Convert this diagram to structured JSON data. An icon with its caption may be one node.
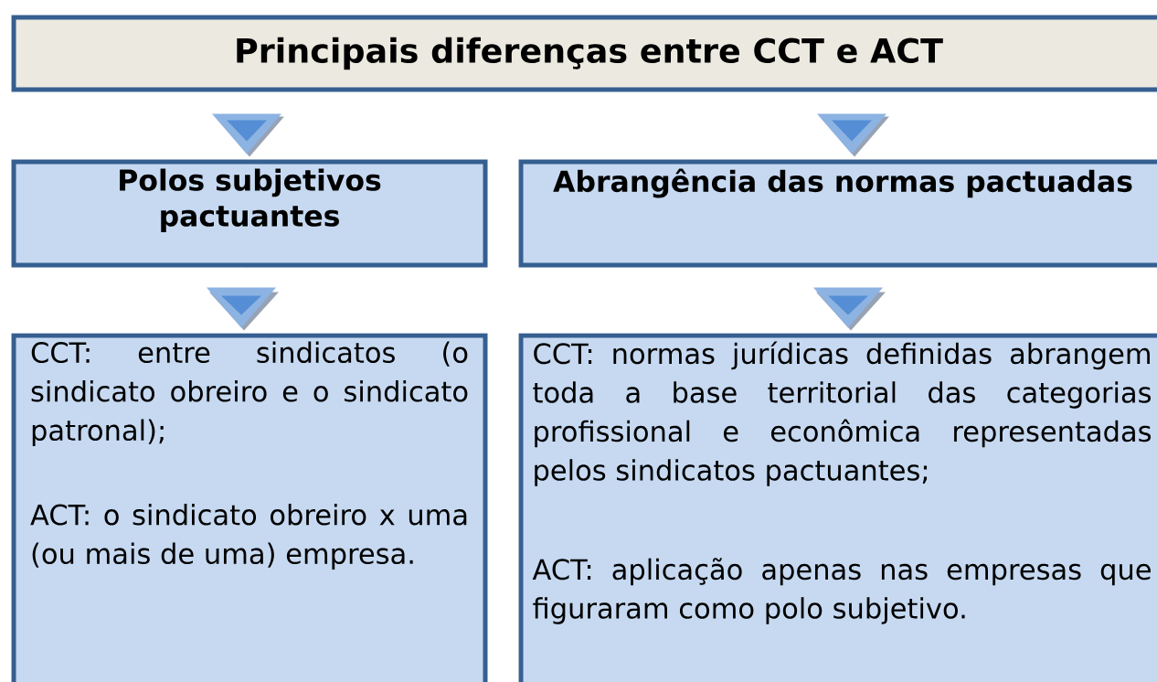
{
  "diagram": {
    "nodes": [
      {
        "text": [
          "Principais diferenças entre CCT e ACT"
        ]
      },
      {
        "text": [
          "Polos subjetivos pactuantes"
        ]
      },
      {
        "text": [
          "Abrangência das normas pactuadas"
        ]
      },
      {
        "text": [
          "CCT: entre sindicatos (o sindicato obreiro e o sindicato patronal);",
          "ACT: o sindicato obreiro x uma (ou mais de uma) empresa."
        ]
      },
      {
        "text": [
          "CCT: normas jurídicas definidas abrangem toda a base territorial das categorias profissional e econômica representadas pelos sindicatos pactuantes;",
          "ACT: aplicação apenas nas empresas que figuraram como polo subjetivo."
        ]
      }
    ],
    "edges": [
      {
        "from": 0,
        "to": 1,
        "arrow": "to"
      },
      {
        "from": 0,
        "to": 2,
        "arrow": "to"
      },
      {
        "from": 1,
        "to": 3,
        "arrow": "to"
      },
      {
        "from": 2,
        "to": 4,
        "arrow": "to"
      }
    ]
  }
}
